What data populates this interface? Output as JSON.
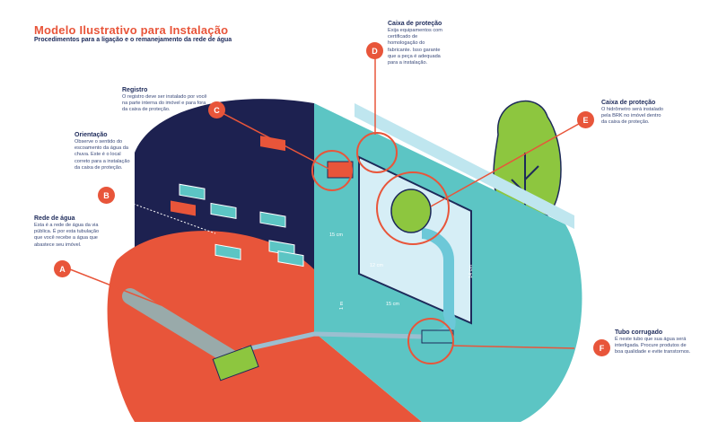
{
  "header": {
    "title": "Modelo Ilustrativo para Instalação",
    "subtitle": "Procedimentos para a ligação e o remanejamento da rede de água"
  },
  "notes": [
    {
      "badge": "A",
      "title": "Rede de água",
      "text": "Esta é a rede de água da via pública. É por esta tubulação que você recebe a água que abastece seu imóvel."
    },
    {
      "badge": "B",
      "title": "Orientação",
      "text": "Observe o sentido do escoamento da água da chuva. Este é o local correto para a instalação da caixa de proteção."
    },
    {
      "badge": "C",
      "title": "Registro",
      "text": "O registro deve ser instalado por você na parte interna do imóvel e para fora da caixa de proteção."
    },
    {
      "badge": "D",
      "title": "Caixa de proteção",
      "text": "Exija equipamentos com certificado de homologação do fabricante. Isso garante que a peça é adequada para a instalação."
    },
    {
      "badge": "E",
      "title": "Caixa de proteção",
      "text": "O hidrômetro será instalado pela BRK no imóvel dentro da caixa de proteção."
    },
    {
      "badge": "F",
      "title": "Tubo corrugado",
      "text": "É neste tubo que sua água será interligada. Procure produtos de boa qualidade e evite transtornos."
    }
  ],
  "measurements": [
    "15 cm",
    "12 cm",
    "15 cm",
    "1 m",
    "14 cm"
  ],
  "colors": {
    "accent": "#e8553a",
    "navy": "#1d2a5a",
    "teal": "#5cc5c4",
    "green": "#8dc63f"
  }
}
